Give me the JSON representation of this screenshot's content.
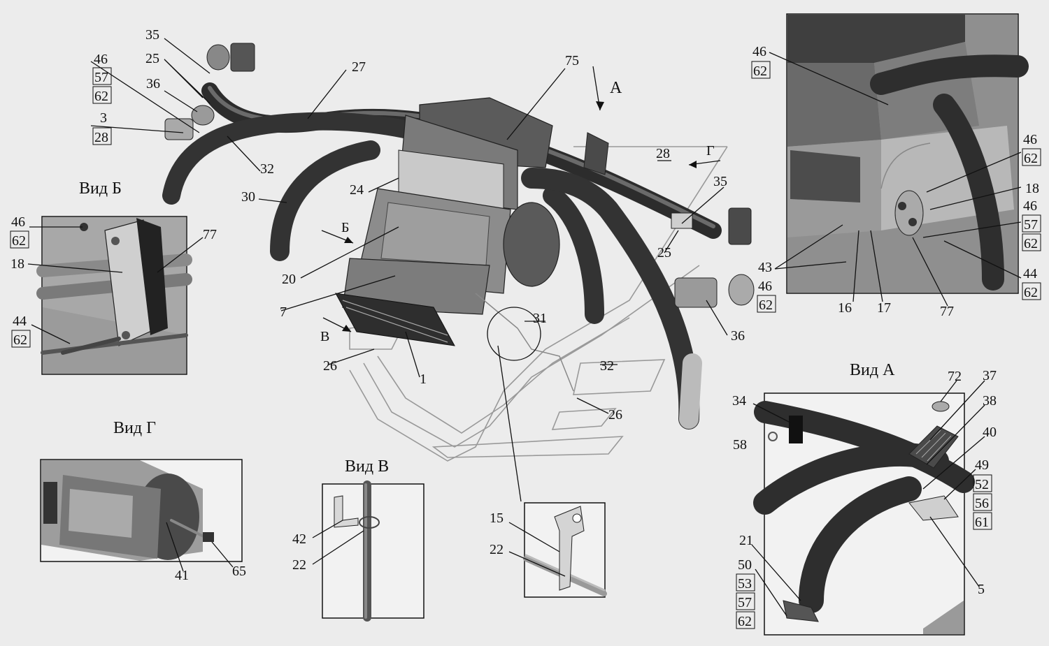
{
  "views": {
    "view_a": "Вид А",
    "view_b": "Вид Б",
    "view_v": "Вид В",
    "view_g": "Вид Г"
  },
  "arrows": {
    "a": "А",
    "b": "Б",
    "v": "В",
    "g": "Г"
  },
  "labels": {
    "p35": "35",
    "p25": "25",
    "p27": "27",
    "p75": "75",
    "p46": "46",
    "p57": "57",
    "p62": "62",
    "p36": "36",
    "p3": "3",
    "p28": "28",
    "p32": "32",
    "p30": "30",
    "p24": "24",
    "p20": "20",
    "p7": "7",
    "p31": "31",
    "p26": "26",
    "p1": "1",
    "p18": "18",
    "p77": "77",
    "p44": "44",
    "p43": "43",
    "p16": "16",
    "p17": "17",
    "p72": "72",
    "p37": "37",
    "p38": "38",
    "p34": "34",
    "p58": "58",
    "p40": "40",
    "p49": "49",
    "p52": "52",
    "p56": "56",
    "p61": "61",
    "p21": "21",
    "p50": "50",
    "p53": "53",
    "p5": "5",
    "p42": "42",
    "p22": "22",
    "p15": "15",
    "p41": "41",
    "p65": "65"
  }
}
